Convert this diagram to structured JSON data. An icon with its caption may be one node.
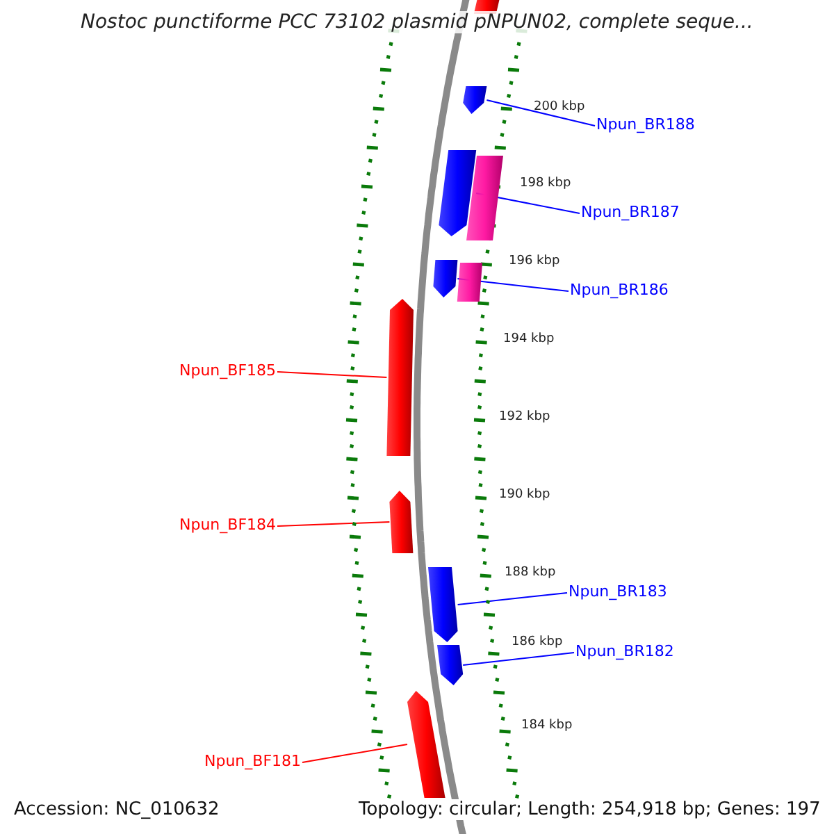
{
  "diagram": {
    "title": "Nostoc punctiforme PCC 73102 plasmid pNPUN02, complete seque...",
    "nodes": [
      {
        "text": [],
        "shape": "pentagon"
      },
      {
        "text": [],
        "shape": "pentagon"
      },
      {
        "text": [],
        "shape": "pentagon"
      },
      {
        "text": [],
        "shape": "box"
      },
      {
        "text": [],
        "shape": "pentagon"
      },
      {
        "text": [],
        "shape": "box"
      },
      {
        "text": [],
        "shape": "pentagon"
      },
      {
        "text": [],
        "shape": "pentagon"
      },
      {
        "text": [],
        "shape": "pentagon"
      },
      {
        "text": [],
        "shape": "pentagon"
      },
      {
        "text": [],
        "shape": "pentagon"
      },
      {
        "text": [
          "Npun_BR188"
        ]
      },
      {
        "text": [
          "Npun_BR187"
        ]
      },
      {
        "text": [
          "Npun_BR186"
        ]
      },
      {
        "text": [
          "Npun_BF185"
        ]
      },
      {
        "text": [
          "Npun_BF184"
        ]
      },
      {
        "text": [
          "Npun_BR183"
        ]
      },
      {
        "text": [
          "Npun_BR182"
        ]
      },
      {
        "text": [
          "Npun_BF181"
        ]
      }
    ],
    "edges": [
      {
        "from": 11,
        "to": 1,
        "arrow": "none"
      },
      {
        "from": 12,
        "to": 2,
        "arrow": "none"
      },
      {
        "from": 13,
        "to": 4,
        "arrow": "none"
      },
      {
        "from": 14,
        "to": 6,
        "arrow": "none",
        "color": "#ff0000"
      },
      {
        "from": 15,
        "to": 7,
        "arrow": "none",
        "color": "#ff0000"
      },
      {
        "from": 16,
        "to": 8,
        "arrow": "none"
      },
      {
        "from": 17,
        "to": 9,
        "arrow": "none"
      },
      {
        "from": 18,
        "to": 10,
        "arrow": "none",
        "color": "#ff0000"
      }
    ],
    "labels": [
      "200 kbp",
      "198 kbp",
      "196 kbp",
      "194 kbp",
      "192 kbp",
      "190 kbp",
      "188 kbp",
      "186 kbp",
      "184 kbp",
      "Accession: NC_010632",
      "Topology: circular; Length: 254,918 bp; Genes: 197"
    ]
  }
}
